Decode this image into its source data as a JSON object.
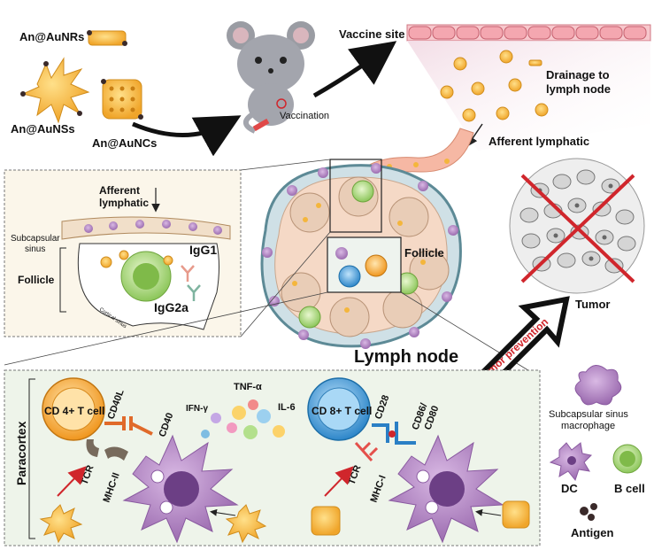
{
  "particles": {
    "nrs": "An@AuNRs",
    "nss": "An@AuNSs",
    "ncs": "An@AuNCs"
  },
  "top": {
    "vaccination": "Vaccination",
    "vaccine_site": "Vaccine site",
    "drainage_line1": "Drainage to",
    "drainage_line2": "lymph node",
    "afferent": "Afferent lymphatic"
  },
  "inset": {
    "afferent_line1": "Afferent",
    "afferent_line2": "lymphatic",
    "subcapsular_line1": "Subcapsular",
    "subcapsular_line2": "sinus",
    "follicle": "Follicle",
    "igg1": "IgG1",
    "igg2a": "IgG2a",
    "cortical_sinus": "Cortical sinus"
  },
  "lymph": {
    "follicle": "Follicle",
    "title": "Lymph node"
  },
  "tumor": {
    "label": "Tumor",
    "prevention": "Tumor prevention"
  },
  "paracortex": {
    "title": "Paracortex",
    "cd4": "CD 4+ T cell",
    "cd40l": "CD40L",
    "cd40": "CD40",
    "tcr_left": "TCR",
    "mhc2": "MHC-II",
    "tnf": "TNF-α",
    "ifn": "IFN-γ",
    "il6": "IL-6",
    "cd8": "CD 8+ T cell",
    "cd28": "CD28",
    "cd86": "CD86/",
    "cd80": "CD80",
    "tcr_right": "TCR",
    "mhc1": "MHC-I"
  },
  "legend": {
    "macrophage_line1": "Subcapsular sinus",
    "macrophage_line2": "macrophage",
    "dc": "DC",
    "bcell": "B cell",
    "antigen": "Antigen"
  },
  "colors": {
    "gold": "#f4b63c",
    "dc_purple": "#b48ac2",
    "cd4_orange": "#f5a623",
    "cd8_blue": "#3a9ad9",
    "bcell_green": "#a7d67a",
    "red_x": "#d0262c"
  }
}
